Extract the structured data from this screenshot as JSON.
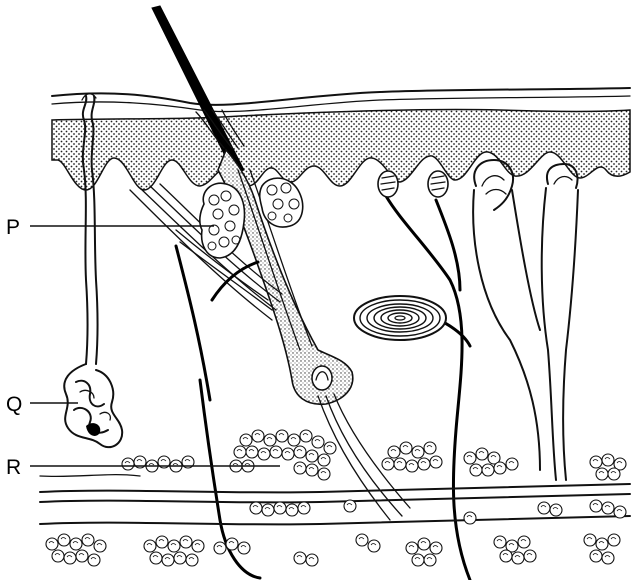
{
  "diagram": {
    "labels": {
      "p": "P",
      "q": "Q",
      "r": "R"
    },
    "colors": {
      "ink": "#111111",
      "background": "#ffffff"
    }
  }
}
